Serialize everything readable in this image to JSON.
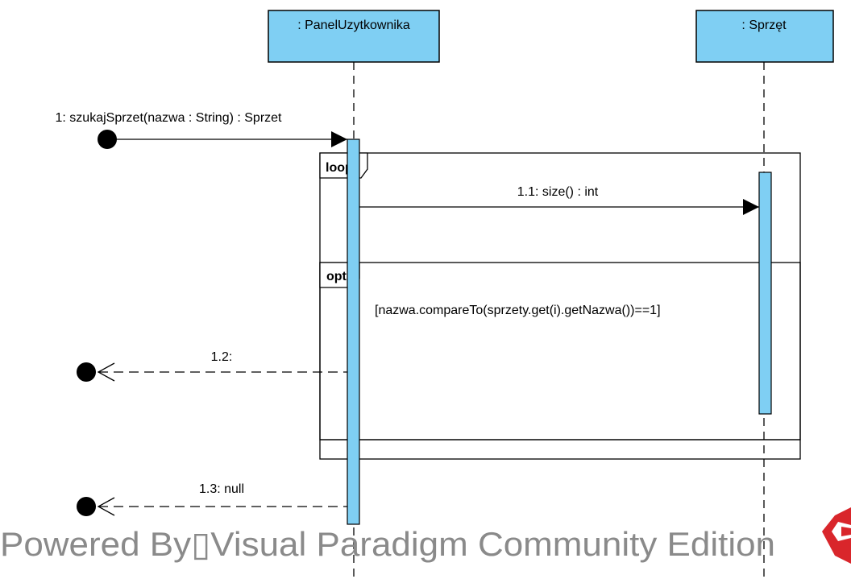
{
  "lifelines": [
    {
      "label": ": PanelUzytkownika"
    },
    {
      "label": ": Sprzęt"
    }
  ],
  "messages": [
    {
      "label": "1: szukajSprzet(nazwa : String) : Sprzet"
    },
    {
      "label": "1.1: size() : int"
    },
    {
      "label": "1.2:"
    },
    {
      "label": "1.3: null"
    }
  ],
  "fragments": {
    "loop": {
      "tag": "loop"
    },
    "opt": {
      "tag": "opt",
      "guard": "[nazwa.compareTo(sprzety.get(i).getNazwa())==1]"
    }
  },
  "watermark": "Powered By▯Visual Paradigm Community Edition",
  "colors": {
    "lifeline_fill": "#7fcff3",
    "activation_fill": "#7fcff3",
    "watermark_text": "#8a8a8a",
    "logo_red": "#d9262b"
  }
}
